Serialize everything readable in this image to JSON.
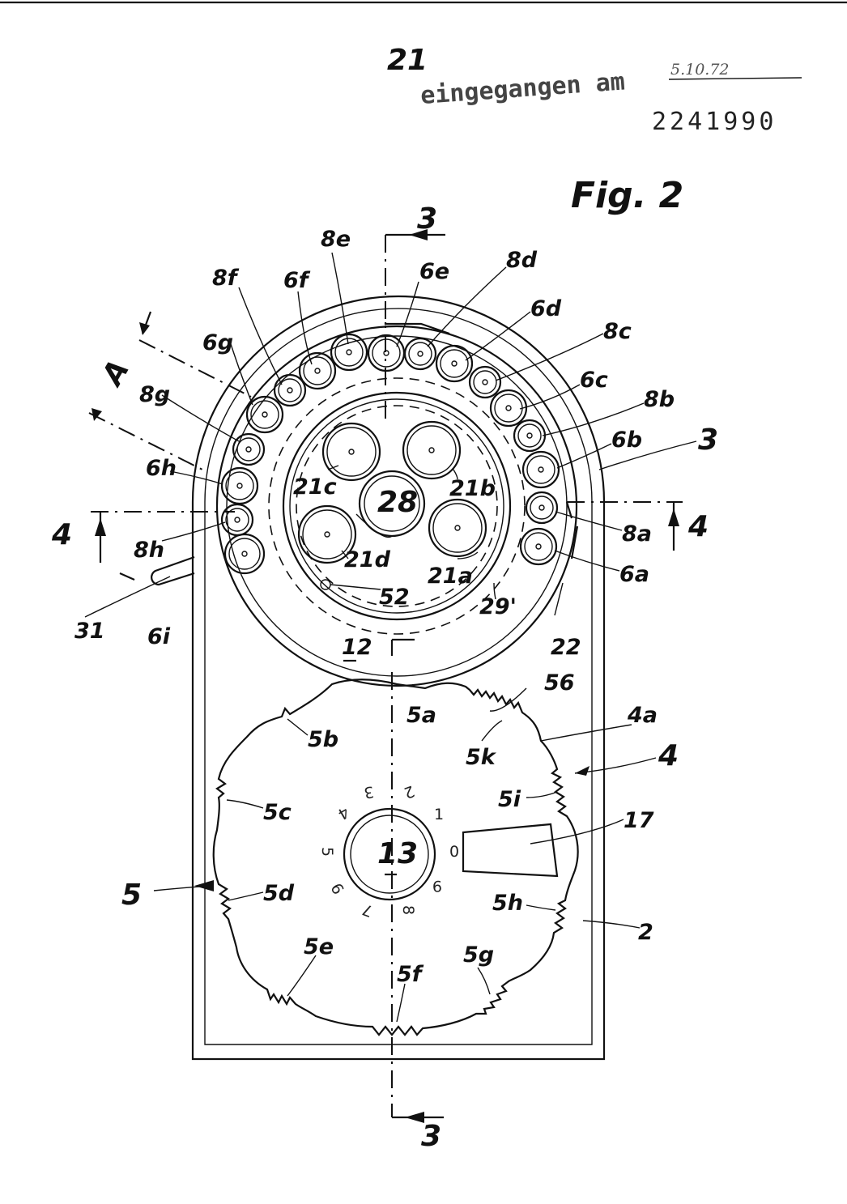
{
  "header": {
    "page_number": "21",
    "stamp_text": "eingegangen am",
    "stamp_date": "5.10.72",
    "document_number": "2241990"
  },
  "figure": {
    "label": "Fig. 2"
  },
  "section_marks": {
    "three_top": "3",
    "three_bottom": "3",
    "four_left": "4",
    "four_right": "4",
    "view_a": "A"
  },
  "ring_labels": {
    "l8e": "8e",
    "l6e": "6e",
    "l8d": "8d",
    "l6d": "6d",
    "l8c": "8c",
    "l6c": "6c",
    "l8b": "8b",
    "l6b": "6b",
    "l3": "3",
    "l8a": "8a",
    "l6a": "6a",
    "l8f": "8f",
    "l6f": "6f",
    "l6g": "6g",
    "l8g": "8g",
    "l6h": "6h",
    "l8h": "8h",
    "l31": "31",
    "l6i": "6i",
    "l12": "12",
    "l22": "22",
    "l29": "29'",
    "l52": "52"
  },
  "cup_labels": {
    "l21a": "21a",
    "l21b": "21b",
    "l21c": "21c",
    "l21d": "21d",
    "l28": "28"
  },
  "wheel_labels": {
    "l5a": "5a",
    "l5b": "5b",
    "l5c": "5c",
    "l5d": "5d",
    "l5e": "5e",
    "l5f": "5f",
    "l5g": "5g",
    "l5h": "5h",
    "l5i": "5i",
    "l5k": "5k",
    "l56": "56",
    "l4a": "4a",
    "l4": "4",
    "l5": "5",
    "l17": "17",
    "l13": "13",
    "l2": "2"
  },
  "dial_numbers": [
    "0",
    "1",
    "2",
    "3",
    "4",
    "5",
    "6",
    "7",
    "8",
    "9"
  ]
}
